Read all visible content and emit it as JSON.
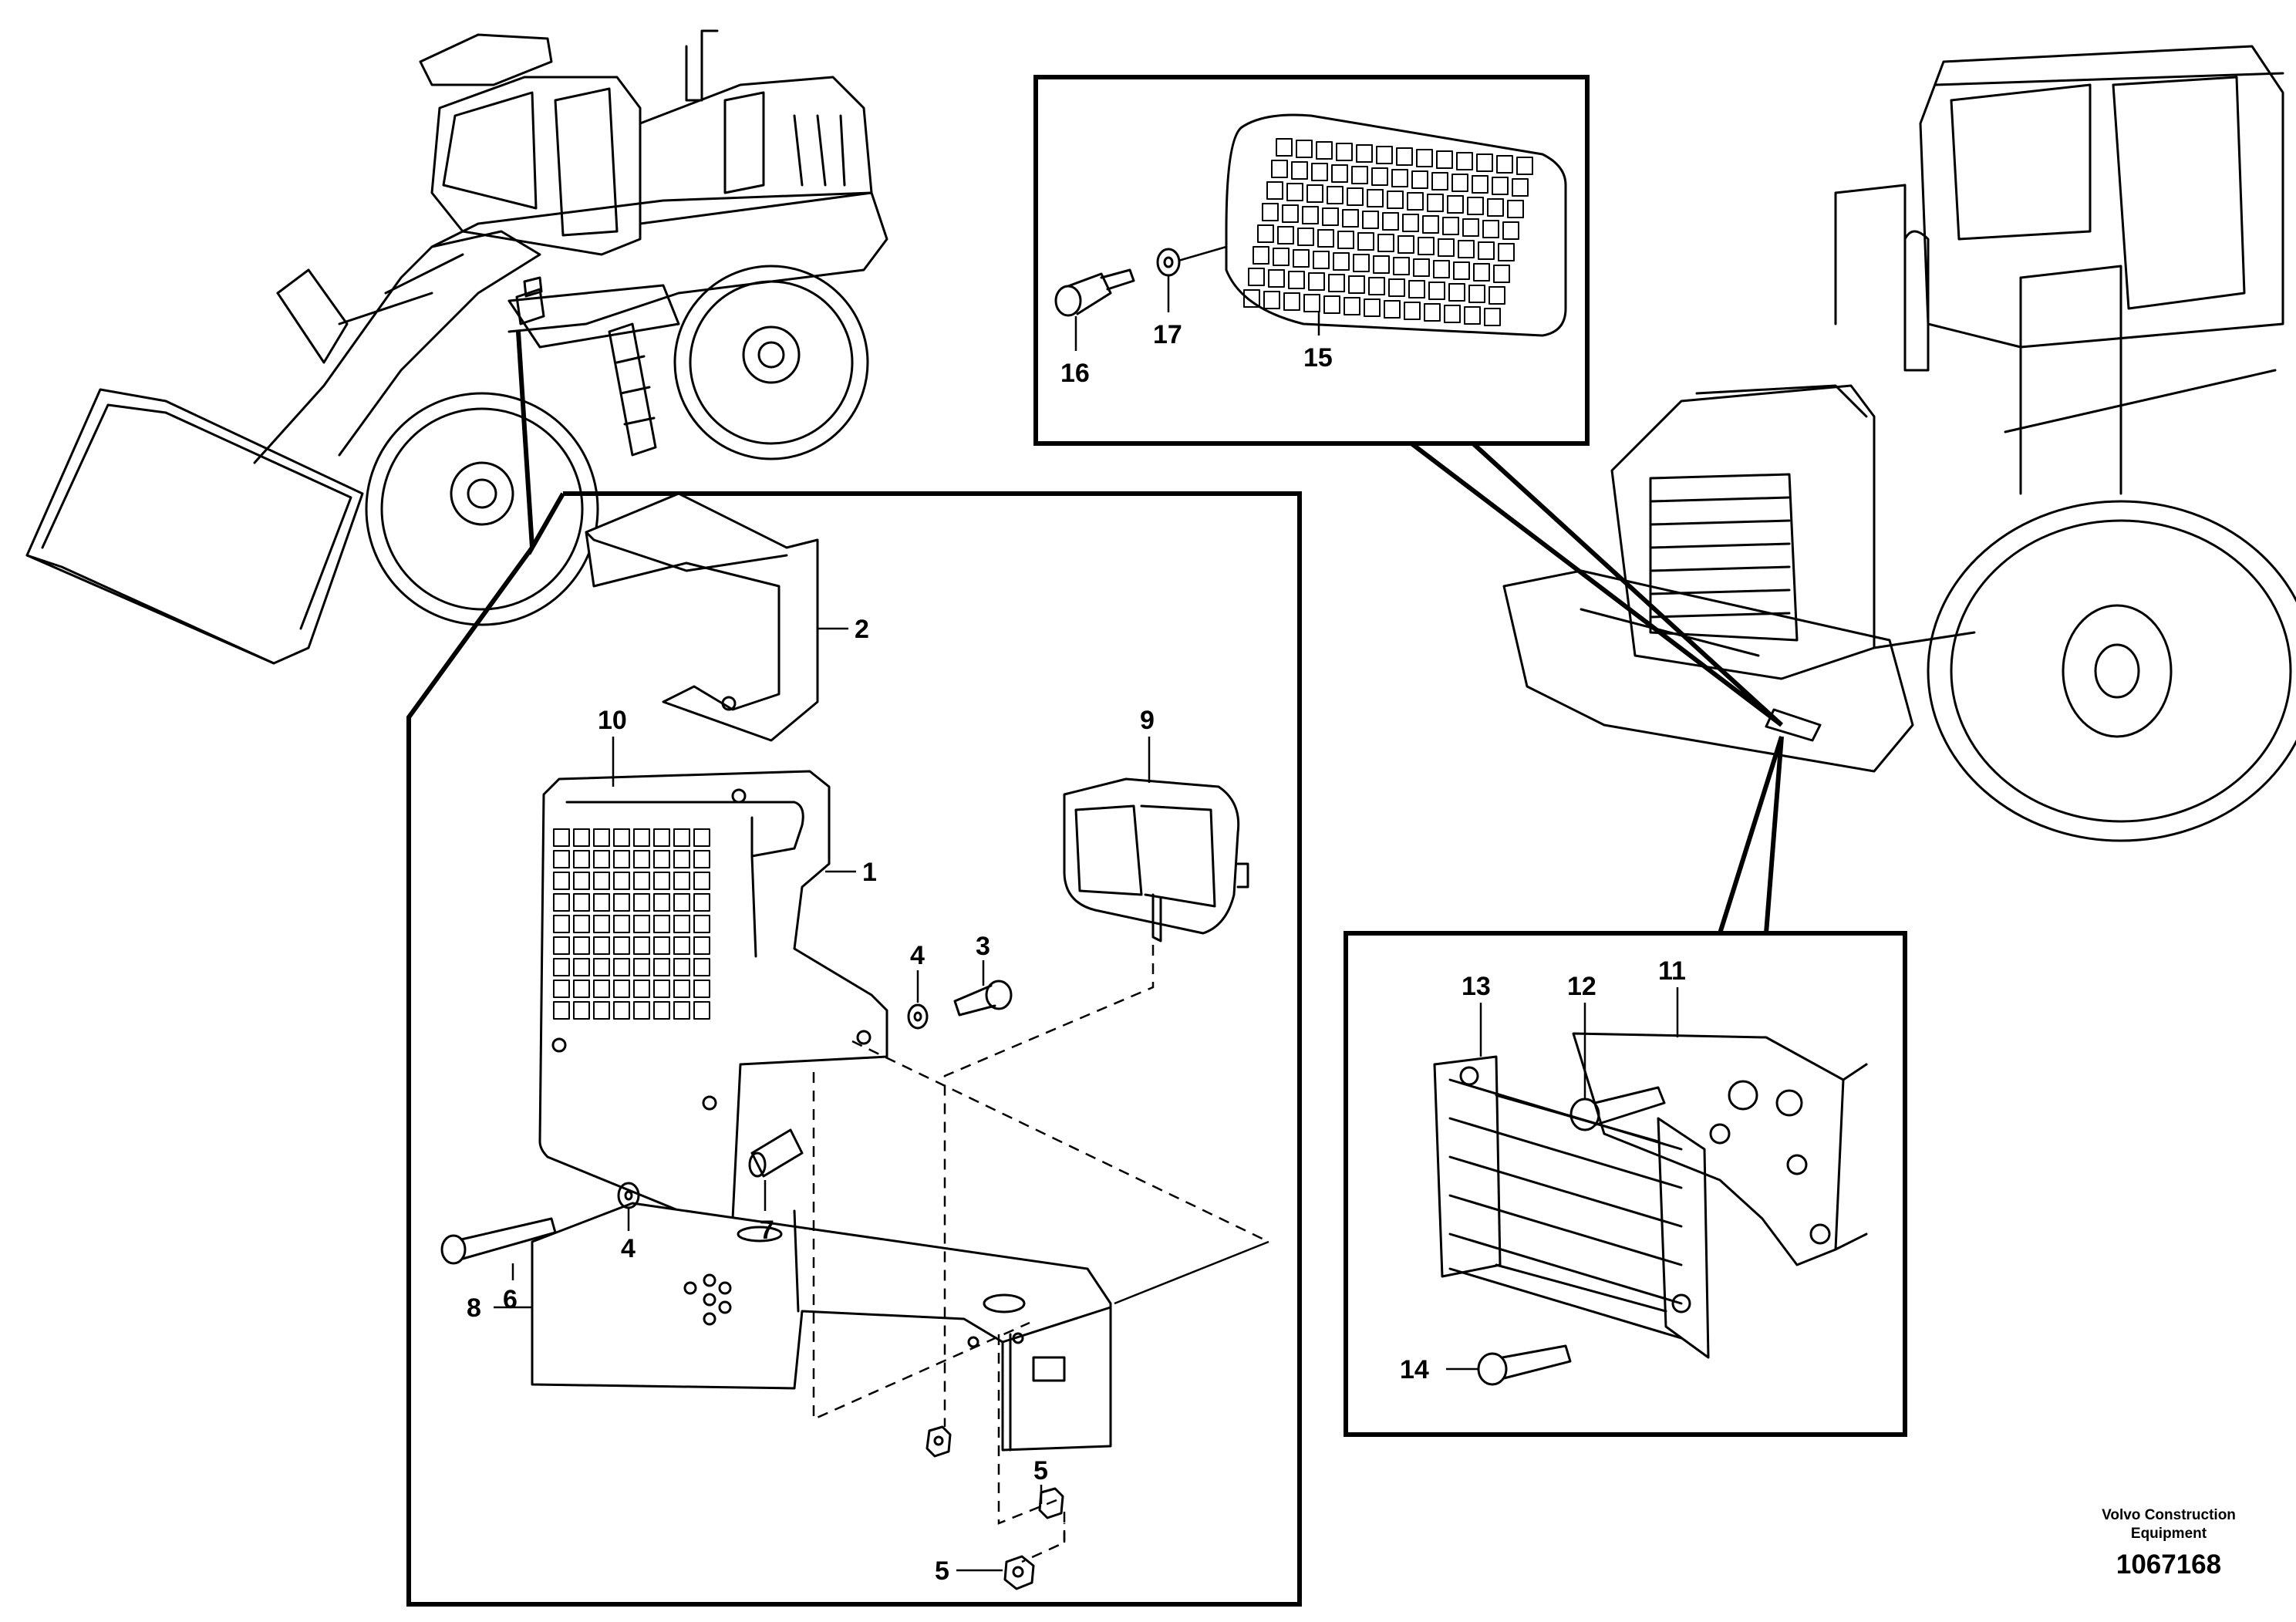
{
  "diagram": {
    "part_labels": {
      "p1": "1",
      "p2": "2",
      "p3": "3",
      "p4a": "4",
      "p4b": "4",
      "p5a": "5",
      "p5b": "5",
      "p6": "6",
      "p7": "7",
      "p8": "8",
      "p9": "9",
      "p10": "10",
      "p11": "11",
      "p12": "12",
      "p13": "13",
      "p14": "14",
      "p15": "15",
      "p16": "16",
      "p17": "17"
    },
    "credit": {
      "line1": "Volvo Construction",
      "line2": "Equipment"
    },
    "document_number": "1067168"
  }
}
